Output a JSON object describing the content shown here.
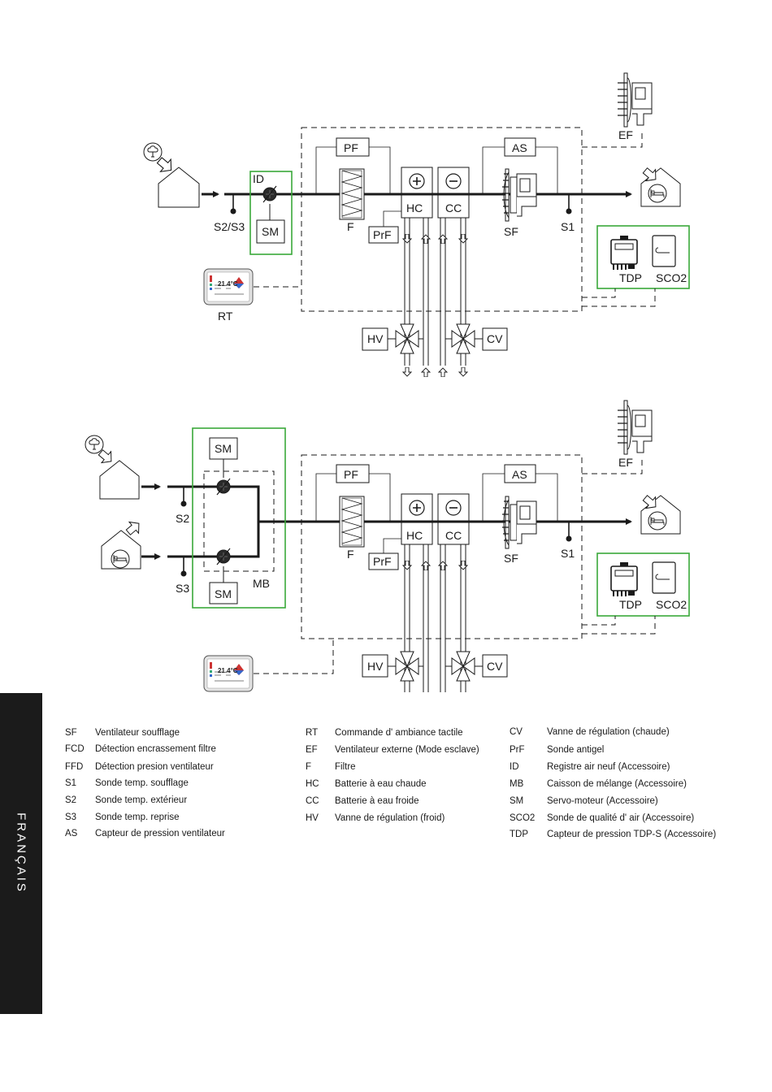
{
  "diagram1": {
    "labels": {
      "pf": "PF",
      "as": "AS",
      "ef": "EF",
      "id": "ID",
      "sm": "SM",
      "s2s3": "S2/S3",
      "f": "F",
      "prf": "PrF",
      "hc": "HC",
      "cc": "CC",
      "sf": "SF",
      "s1": "S1",
      "tdp": "TDP",
      "sco2": "SCO2",
      "rt": "RT",
      "hv": "HV",
      "cv": "CV"
    }
  },
  "diagram2": {
    "labels": {
      "sm_top": "SM",
      "sm_bottom": "SM",
      "s2": "S2",
      "s3": "S3",
      "mb": "MB",
      "pf": "PF",
      "as": "AS",
      "ef": "EF",
      "f": "F",
      "prf": "PrF",
      "hc": "HC",
      "cc": "CC",
      "sf": "SF",
      "s1": "S1",
      "tdp": "TDP",
      "sco2": "SCO2",
      "hv": "HV",
      "cv": "CV"
    }
  },
  "rt_panel": {
    "temp": "21.4°C"
  },
  "side_tab": {
    "text": "FRANÇAIS"
  },
  "colors": {
    "highlight": "#3aa83a",
    "line": "#1a1a1a",
    "tab_bg": "#1b1b1b"
  },
  "legend": {
    "col1": [
      {
        "code": "SF",
        "desc": "Ventilateur soufflage"
      },
      {
        "code": "FCD",
        "desc": "Détection encrassement filtre"
      },
      {
        "code": "FFD",
        "desc": "Détection presion ventilateur"
      },
      {
        "code": "S1",
        "desc": "Sonde temp. soufflage"
      },
      {
        "code": "S2",
        "desc": "Sonde temp. extérieur"
      },
      {
        "code": "S3",
        "desc": "Sonde temp. reprise"
      },
      {
        "code": "AS",
        "desc": "Capteur de pression ventilateur"
      }
    ],
    "col2": [
      {
        "code": "RT",
        "desc": "Commande d' ambiance tactile"
      },
      {
        "code": "EF",
        "desc": "Ventilateur externe (Mode esclave)"
      },
      {
        "code": "F",
        "desc": "Filtre"
      },
      {
        "code": "HC",
        "desc": "Batterie à eau chaude"
      },
      {
        "code": "CC",
        "desc": "Batterie à eau froide"
      },
      {
        "code": "HV",
        "desc": "Vanne de régulation (froid)"
      }
    ],
    "col3": [
      {
        "code": "CV",
        "desc": "Vanne de régulation (chaude)"
      },
      {
        "code": "PrF",
        "desc": "Sonde antigel"
      },
      {
        "code": "ID",
        "desc": "Registre air neuf  (Accessoire)"
      },
      {
        "code": "MB",
        "desc": "Caisson de mélange (Accessoire)"
      },
      {
        "code": "SM",
        "desc": "Servo-moteur (Accessoire)"
      },
      {
        "code": "SCO2",
        "desc": "Sonde de qualité d' air (Accessoire)"
      },
      {
        "code": "TDP",
        "desc": "Capteur de pression TDP-S (Accessoire)"
      }
    ]
  }
}
